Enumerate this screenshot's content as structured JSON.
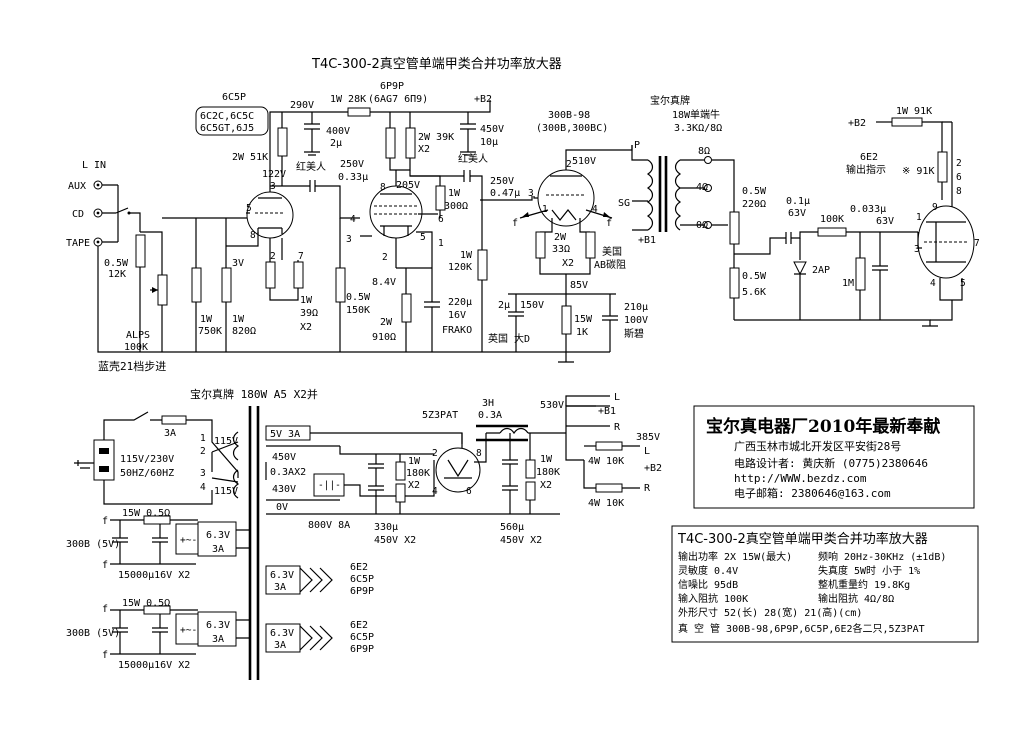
{
  "title": "T4C-300-2真空管单端甲类合并功率放大器",
  "inputs": {
    "l_in": "L IN",
    "aux": "AUX",
    "cd": "CD",
    "tape": "TAPE"
  },
  "volume": {
    "pot": "0.5W",
    "pot_r": "12K",
    "brand": "ALPS",
    "brand_r": "100K",
    "note": "蓝壳21档步进"
  },
  "stage1": {
    "tube": "6C5P",
    "equiv1": "6C2C,6C5C",
    "equiv2": "6C5GT,6J5",
    "v_plate": "290V",
    "v_anode": "122V",
    "r_plate": "2W 51K",
    "r_mid": "1W 28K",
    "c_dec": "400V",
    "c_dec2": "2μ",
    "coupling": "红美人",
    "coupling_v": "250V",
    "coupling_c": "0.33μ",
    "rg1": "1W",
    "rg1b": "750K",
    "rg2": "1W",
    "rg2b": "820Ω",
    "bias": "3V",
    "rk": "1W",
    "rk2": "39Ω",
    "rk3": "X2",
    "rg3": "0.5W",
    "rg3b": "150K",
    "pins": [
      "3",
      "5",
      "8",
      "2",
      "7"
    ]
  },
  "stage2": {
    "tube": "6P9P",
    "equiv": "(6AG7 6Π9)",
    "b2": "+B2",
    "r_plate": "2W 39K",
    "r_plate2": "X2",
    "c_dec": "450V",
    "c_dec2": "10μ",
    "v_anode": "205V",
    "coupling": "红美人",
    "coupling_v": "250V",
    "coupling_c": "0.47μ",
    "r_screen": "1W",
    "r_screen2": "300Ω",
    "v_k": "8.4V",
    "rk": "2W",
    "rk2": "910Ω",
    "ck": "220μ",
    "ck2": "16V",
    "ck3": "FRAKO",
    "rg": "1W",
    "rg2": "120K",
    "pins": [
      "8",
      "4",
      "3",
      "6",
      "2",
      "5",
      "1"
    ]
  },
  "output": {
    "tube": "300B-98",
    "equiv": "(300B,300BC)",
    "v_plate": "510V",
    "p": "P",
    "sg": "SG",
    "b1": "+B1",
    "f": "f",
    "rk": "2W",
    "rk2": "33Ω",
    "rk3": "X2",
    "v_k": "85V",
    "ck1": "2μ",
    "ck1v": "150V",
    "ck1b": "英国 大D",
    "rk4": "15W",
    "rk5": "1K",
    "ck2": "210μ",
    "ck2v": "100V",
    "ck2b": "斯碧",
    "usa": "美国",
    "usa2": "AB碳阻",
    "pins": [
      "2",
      "3",
      "1",
      "4"
    ]
  },
  "transformer": {
    "brand": "宝尔真牌",
    "spec": "18W单端牛",
    "imp": "3.3KΩ/8Ω",
    "taps": [
      "8Ω",
      "4Ω",
      "0Ω"
    ]
  },
  "indicator": {
    "b2": "+B2",
    "r1": "1W 91K",
    "tube": "6E2",
    "label": "输出指示",
    "r2": "※ 91K",
    "rs": "0.5W",
    "rs2": "220Ω",
    "rs3": "0.5W",
    "rs4": "5.6K",
    "c1": "0.1μ",
    "c1v": "63V",
    "r3": "100K",
    "c2": "0.033μ",
    "c2v": "63V",
    "diode": "2AP",
    "r4": "1M",
    "pins": [
      "2",
      "6",
      "8",
      "9",
      "7",
      "1",
      "3",
      "4",
      "5"
    ]
  },
  "power": {
    "brand": "宝尔真牌 180W A5  X2并",
    "fuse": "3A",
    "mains": "115V/230V",
    "freq": "50HZ/60HZ",
    "pri": [
      "115V",
      "115V"
    ],
    "pri_pins": [
      "1",
      "2",
      "3",
      "4"
    ],
    "sec": [
      "5V 3A",
      "450V",
      "0.3AX2",
      "430V",
      "0V",
      "800V 8A"
    ],
    "rect": "5Z3PAT",
    "rect_pins": [
      "2",
      "8",
      "4",
      "6"
    ],
    "choke": "3H",
    "choke_a": "0.3A",
    "v_out": "530V",
    "c_in": "330μ",
    "c_in2": "450V X2",
    "r_bl1": "1W",
    "r_bl2": "180K",
    "r_bl3": "X2",
    "c_out": "560μ",
    "c_out2": "450V X2",
    "r_bl4": "1W",
    "r_bl5": "180K",
    "r_bl6": "X2",
    "b1": "+B1",
    "l": "L",
    "r": "R",
    "v_b2": "385V",
    "r_b2a": "4W 10K",
    "r_b2b": "4W 10K",
    "b2": "+B2",
    "fil": "300B (5V)",
    "fil_r": "15W 0.5Ω",
    "fil_c": "15000μ16V X2",
    "fil_v": "6.3V",
    "fil_a": "3A",
    "heat_v": "6.3V",
    "heat_a": "3A",
    "heat_tubes": [
      "6E2",
      "6C5P",
      "6P9P"
    ]
  },
  "company": {
    "name": "宝尔真电器厂2010年最新奉献",
    "addr": "广西玉林市城北开发区平安街28号",
    "designer": "电路设计者: 黄庆新   (0775)2380646",
    "web": "http://WWW.bezdz.com",
    "email": "电子邮箱: 2380646@163.com"
  },
  "specs": {
    "title": "T4C-300-2真空管单端甲类合并功率放大器",
    "r1a": "输出功率  2X 15W(最大)",
    "r1b": "频响 20Hz-30KHz (±1dB)",
    "r2a": "灵敏度     0.4V",
    "r2b": "失真度     5W时   小于 1%",
    "r3a": "信噪比     95dB",
    "r3b": "整机重量约  19.8Kg",
    "r4a": "输入阻抗    100K",
    "r4b": "输出阻抗    4Ω/8Ω",
    "r5": "外形尺寸    52(长) 28(宽) 21(高)(cm)",
    "r6": "真 空 管  300B-98,6P9P,6C5P,6E2各二只,5Z3PAT"
  }
}
